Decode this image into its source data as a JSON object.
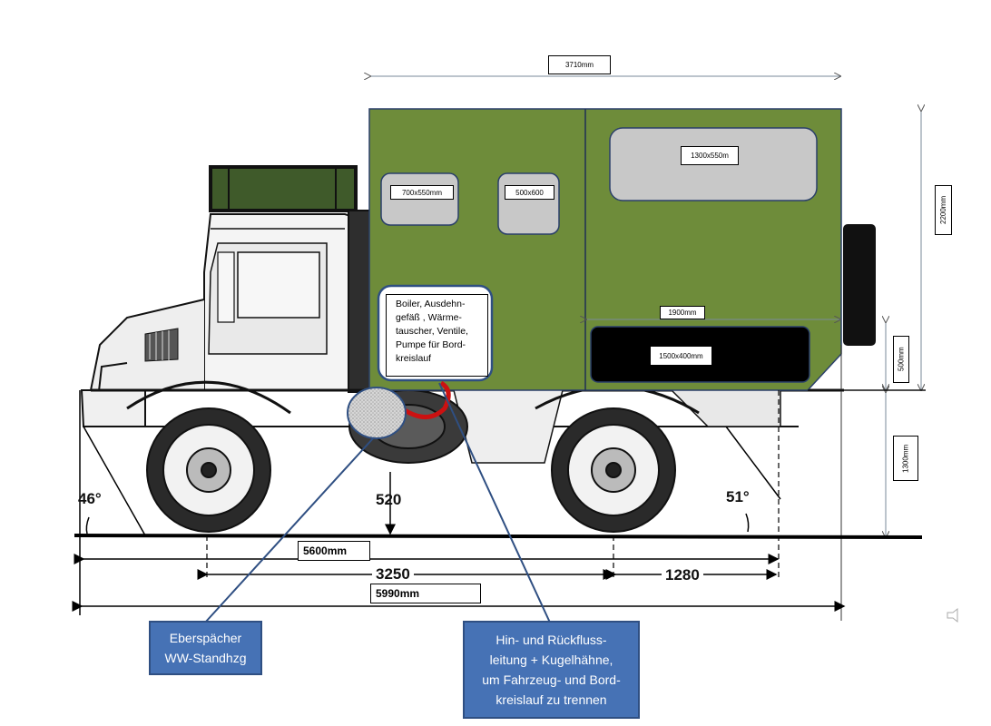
{
  "box": {
    "overall_length": "3710mm",
    "height": "2200mm",
    "window_left": "700x550mm",
    "window_mid": "500x600",
    "window_right": "1300x550m",
    "locker_width": "1900mm",
    "locker": "1500x400mm",
    "rear_height": "500mm",
    "frame_height": "1300mm",
    "info_box": "Boiler, Ausdehn-\ngefäß , Wärme-\ntauscher, Ventile,\nPumpe für Bord-\nkreislauf"
  },
  "vehicle": {
    "angle_front": "46°",
    "angle_rear": "51°",
    "ground_clearance": "520",
    "wheelbase": "3250",
    "rear_overhang": "1280",
    "length_5600": "5600mm",
    "length_5990": "5990mm"
  },
  "callouts": {
    "heater": "Eberspächer\nWW-Standhzg",
    "valves": "Hin- und Rückfluss-\nleitung + Kugelhähne,\num Fahrzeug- und Bord-\nkreislauf zu trennen"
  },
  "colors": {
    "box_green": "#6e8c3a",
    "callout_blue": "#4672b5",
    "window_gray": "#c8c8c8"
  }
}
